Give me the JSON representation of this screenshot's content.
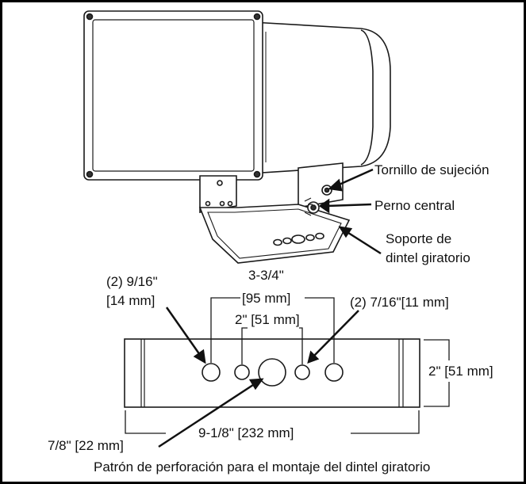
{
  "labels": {
    "retaining_screw": "Tornillo de sujeción",
    "center_bolt": "Perno central",
    "yoke_line1": "Soporte de",
    "yoke_line2": "dintel giratorio",
    "hole_916_qty": "(2) 9/16\"",
    "hole_916_mm": "[14 mm]",
    "outer_span_in": "3-3/4\"",
    "outer_span_mm": "[95 mm]",
    "inner_span": "2\" [51 mm]",
    "hole_716": "(2) 7/16\"[11 mm]",
    "height_dim": "2\" [51 mm]",
    "center_hole": "7/8\" [22 mm]",
    "total_length": "9-1/8\" [232 mm]",
    "caption": "Patrón de perforación para el montaje del dintel giratorio"
  },
  "colors": {
    "stroke": "#1a1a1a",
    "border": "#000000",
    "fill": "#ffffff"
  }
}
